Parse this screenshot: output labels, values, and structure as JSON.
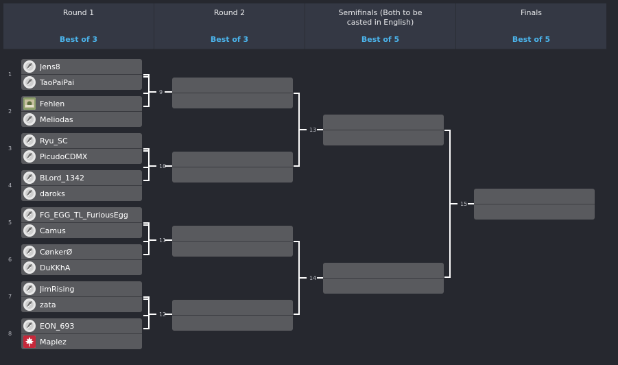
{
  "rounds": [
    {
      "title": "Round 1",
      "bestof": "Best of 3"
    },
    {
      "title": "Round 2",
      "bestof": "Best of 3"
    },
    {
      "title": "Semifinals (Both to be casted in English)",
      "bestof": "Best of 5"
    },
    {
      "title": "Finals",
      "bestof": "Best of 5"
    }
  ],
  "round1": [
    {
      "seed": "1",
      "top": "Jens8",
      "bottom": "TaoPaiPai",
      "top_icon": "race-icon",
      "bottom_icon": "race-icon"
    },
    {
      "seed": "2",
      "top": "Fehlen",
      "bottom": "Meliodas",
      "top_icon": "custom-avatar-icon",
      "bottom_icon": "race-icon"
    },
    {
      "seed": "3",
      "top": "Ryu_SC",
      "bottom": "PicudoCDMX",
      "top_icon": "race-icon",
      "bottom_icon": "race-icon"
    },
    {
      "seed": "4",
      "top": "BLord_1342",
      "bottom": "daroks",
      "top_icon": "race-icon",
      "bottom_icon": "race-icon"
    },
    {
      "seed": "5",
      "top": "FG_EGG_TL_FuriousEgg",
      "bottom": "Camus",
      "top_icon": "race-icon",
      "bottom_icon": "race-icon"
    },
    {
      "seed": "6",
      "top": "CønkerØ",
      "bottom": "DuKKhA",
      "top_icon": "race-icon",
      "bottom_icon": "race-icon"
    },
    {
      "seed": "7",
      "top": "JimRising",
      "bottom": "zata",
      "top_icon": "race-icon",
      "bottom_icon": "race-icon"
    },
    {
      "seed": "8",
      "top": "EON_693",
      "bottom": "Maplez",
      "top_icon": "race-icon",
      "bottom_icon": "maple-leaf-icon"
    }
  ],
  "match_numbers": {
    "r2": [
      "9",
      "10",
      "11",
      "12"
    ],
    "semis": [
      "13",
      "14"
    ],
    "finals": [
      "15"
    ]
  },
  "colors": {
    "background": "#26282f",
    "header": "#343844",
    "slot": "#595a5e",
    "accent": "#4bb3ea"
  }
}
